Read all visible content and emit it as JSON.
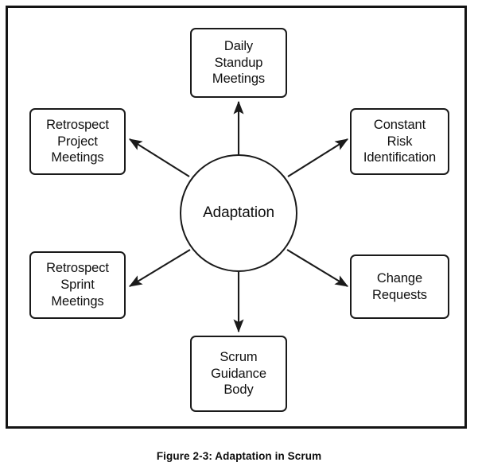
{
  "figure": {
    "caption": "Figure 2-3: Adaptation in Scrum",
    "center_label": "Adaptation",
    "frame_color": "#141414",
    "node_border_color": "#1a1a1a",
    "node_fill_color": "#ffffff",
    "text_color": "#101010"
  },
  "nodes": [
    {
      "id": "daily-standup-meetings",
      "label": "Daily\nStandup\nMeetings",
      "position": "top"
    },
    {
      "id": "constant-risk-identification",
      "label": "Constant\nRisk\nIdentification",
      "position": "top-right"
    },
    {
      "id": "change-requests",
      "label": "Change\nRequests",
      "position": "bottom-right"
    },
    {
      "id": "scrum-guidance-body",
      "label": "Scrum\nGuidance\nBody",
      "position": "bottom"
    },
    {
      "id": "retrospect-sprint-meetings",
      "label": "Retrospect\nSprint\nMeetings",
      "position": "bottom-left"
    },
    {
      "id": "retrospect-project-meetings",
      "label": "Retrospect\nProject\nMeetings",
      "position": "top-left"
    }
  ],
  "connectors": [
    {
      "from": "Adaptation",
      "to": "Daily Standup Meetings",
      "arrow": "single"
    },
    {
      "from": "Adaptation",
      "to": "Constant Risk Identification",
      "arrow": "single"
    },
    {
      "from": "Adaptation",
      "to": "Change Requests",
      "arrow": "single"
    },
    {
      "from": "Adaptation",
      "to": "Scrum Guidance Body",
      "arrow": "single"
    },
    {
      "from": "Adaptation",
      "to": "Retrospect Sprint Meetings",
      "arrow": "single"
    },
    {
      "from": "Adaptation",
      "to": "Retrospect Project Meetings",
      "arrow": "single"
    }
  ]
}
